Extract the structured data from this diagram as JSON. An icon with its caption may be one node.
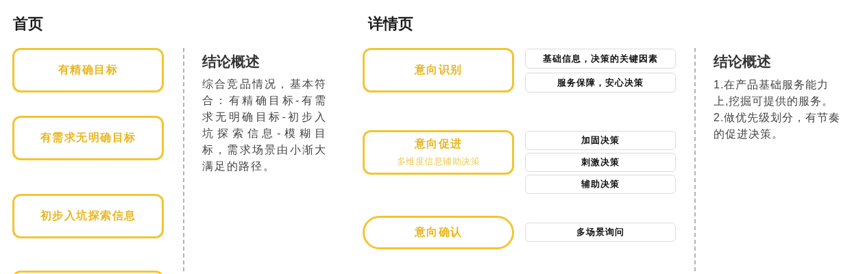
{
  "diagram": {
    "nodes": [
      {
        "text": [
          "有精确目标"
        ]
      },
      {
        "text": [
          "有需求无明确目标"
        ]
      },
      {
        "text": [
          "初步入坑探索信息"
        ]
      },
      {
        "text": [],
        "shape": "box"
      },
      {
        "text": [
          "意向识别"
        ]
      },
      {
        "text": [
          "基础信息，决策的关键因素"
        ]
      },
      {
        "text": [
          "服务保障，安心决策"
        ]
      },
      {
        "text": [
          "意向促进",
          "多维度信息辅助决策"
        ]
      },
      {
        "text": [
          "加固决策"
        ]
      },
      {
        "text": [
          "刺激决策"
        ]
      },
      {
        "text": [
          "辅助决策"
        ]
      },
      {
        "text": [
          "意向确认"
        ]
      },
      {
        "text": [
          "多场景询问"
        ]
      }
    ],
    "labels": [
      "首页",
      "结论概述",
      "综合竞品情况，基本符合：有精确目标-有需求无明确目标-初步入坑探索信息-模糊目标，需求场景由小渐大满足的路径。",
      "详情页",
      "结论概述",
      "1.在产品基础服务能力上,挖掘可提供的服务。",
      "2.做优先级划分，有节奏的促进决策。"
    ]
  }
}
